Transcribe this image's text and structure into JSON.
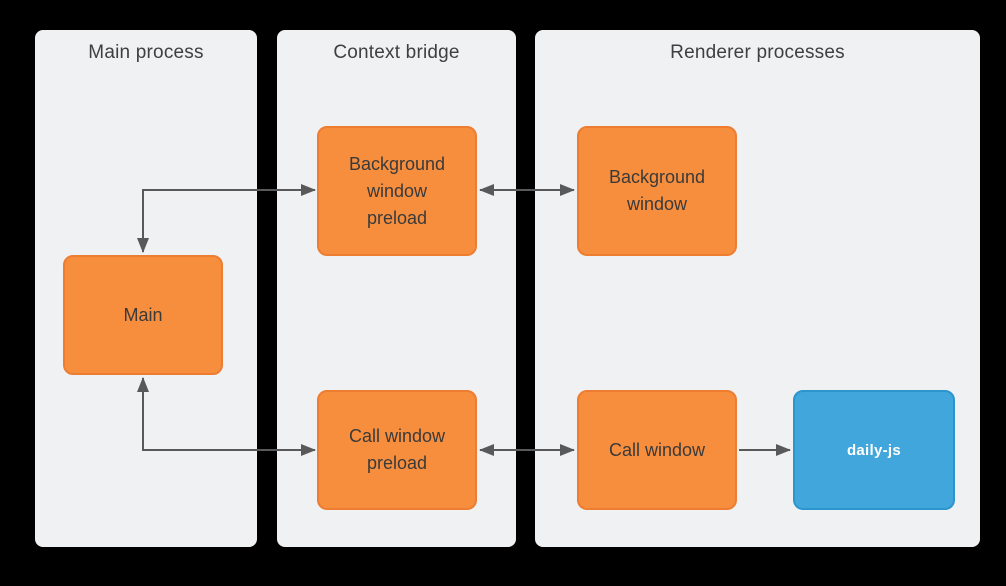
{
  "diagram": {
    "columns": [
      {
        "id": "main-process",
        "title": "Main process"
      },
      {
        "id": "context-bridge",
        "title": "Context bridge"
      },
      {
        "id": "renderer-processes",
        "title": "Renderer processes"
      }
    ],
    "nodes": {
      "main": {
        "label": "Main",
        "color": "#F78E3E",
        "column": "main-process"
      },
      "background_window_preload": {
        "label": "Background window preload",
        "color": "#F78E3E",
        "column": "context-bridge"
      },
      "call_window_preload": {
        "label": "Call window preload",
        "color": "#F78E3E",
        "column": "context-bridge"
      },
      "background_window": {
        "label": "Background window",
        "color": "#F78E3E",
        "column": "renderer-processes"
      },
      "call_window": {
        "label": "Call window",
        "color": "#F78E3E",
        "column": "renderer-processes"
      },
      "daily_js": {
        "label": "daily-js",
        "color": "#41A6DC",
        "column": "renderer-processes"
      }
    },
    "edges": [
      {
        "from": "main",
        "to": "background_window_preload",
        "direction": "bidirectional",
        "shape": "elbow"
      },
      {
        "from": "main",
        "to": "call_window_preload",
        "direction": "bidirectional",
        "shape": "elbow"
      },
      {
        "from": "background_window_preload",
        "to": "background_window",
        "direction": "bidirectional",
        "shape": "straight"
      },
      {
        "from": "call_window_preload",
        "to": "call_window",
        "direction": "bidirectional",
        "shape": "straight"
      },
      {
        "from": "call_window",
        "to": "daily_js",
        "direction": "one-way",
        "shape": "straight"
      }
    ]
  },
  "colors": {
    "canvas_bg": "#000000",
    "column_bg": "#F0F1F2",
    "node_orange": "#F78E3E",
    "node_orange_border": "#ED7D31",
    "node_blue": "#41A6DC",
    "node_blue_border": "#2C95CE",
    "arrow": "#595959",
    "text": "#3F3F3F",
    "daily_js_text": "#FFFFFF"
  }
}
